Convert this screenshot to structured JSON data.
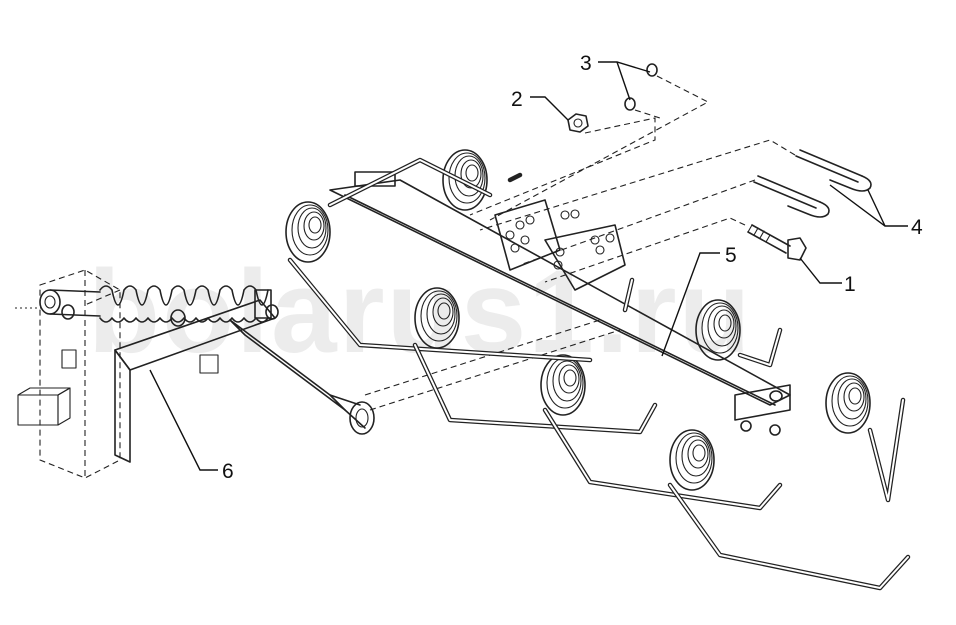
{
  "watermark": "bolarus1.ru",
  "callouts": [
    {
      "id": "1",
      "label": "1"
    },
    {
      "id": "2",
      "label": "2"
    },
    {
      "id": "3",
      "label": "3"
    },
    {
      "id": "4",
      "label": "4"
    },
    {
      "id": "5",
      "label": "5"
    },
    {
      "id": "6",
      "label": "6"
    }
  ],
  "parts": {
    "1": "bolt",
    "2": "nut",
    "3": "ring",
    "4": "pin",
    "5": "tine-bar",
    "6": "mounting-arm"
  },
  "colors": {
    "line": "#222222",
    "watermark": "#bbbbbb"
  }
}
